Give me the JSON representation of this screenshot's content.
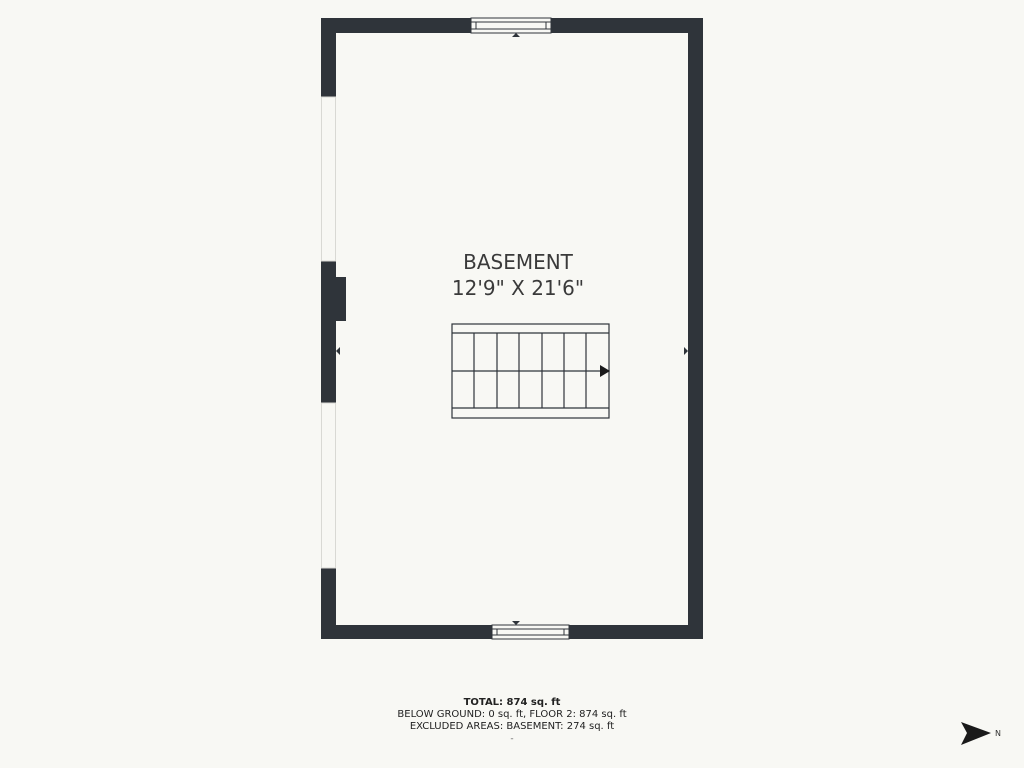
{
  "room": {
    "name": "BASEMENT",
    "dimensions": "12'9\" X 21'6\""
  },
  "summary": {
    "total": "TOTAL: 874 sq. ft",
    "line1": "BELOW GROUND: 0 sq. ft, FLOOR 2: 874 sq. ft",
    "line2": "EXCLUDED AREAS: BASEMENT: 274 sq. ft",
    "dot": "-"
  },
  "compass": {
    "label": "N",
    "icon": "north-arrow-icon"
  },
  "colors": {
    "background": "#f8f8f4",
    "wall": "#2f343a",
    "line": "#2f343a"
  }
}
